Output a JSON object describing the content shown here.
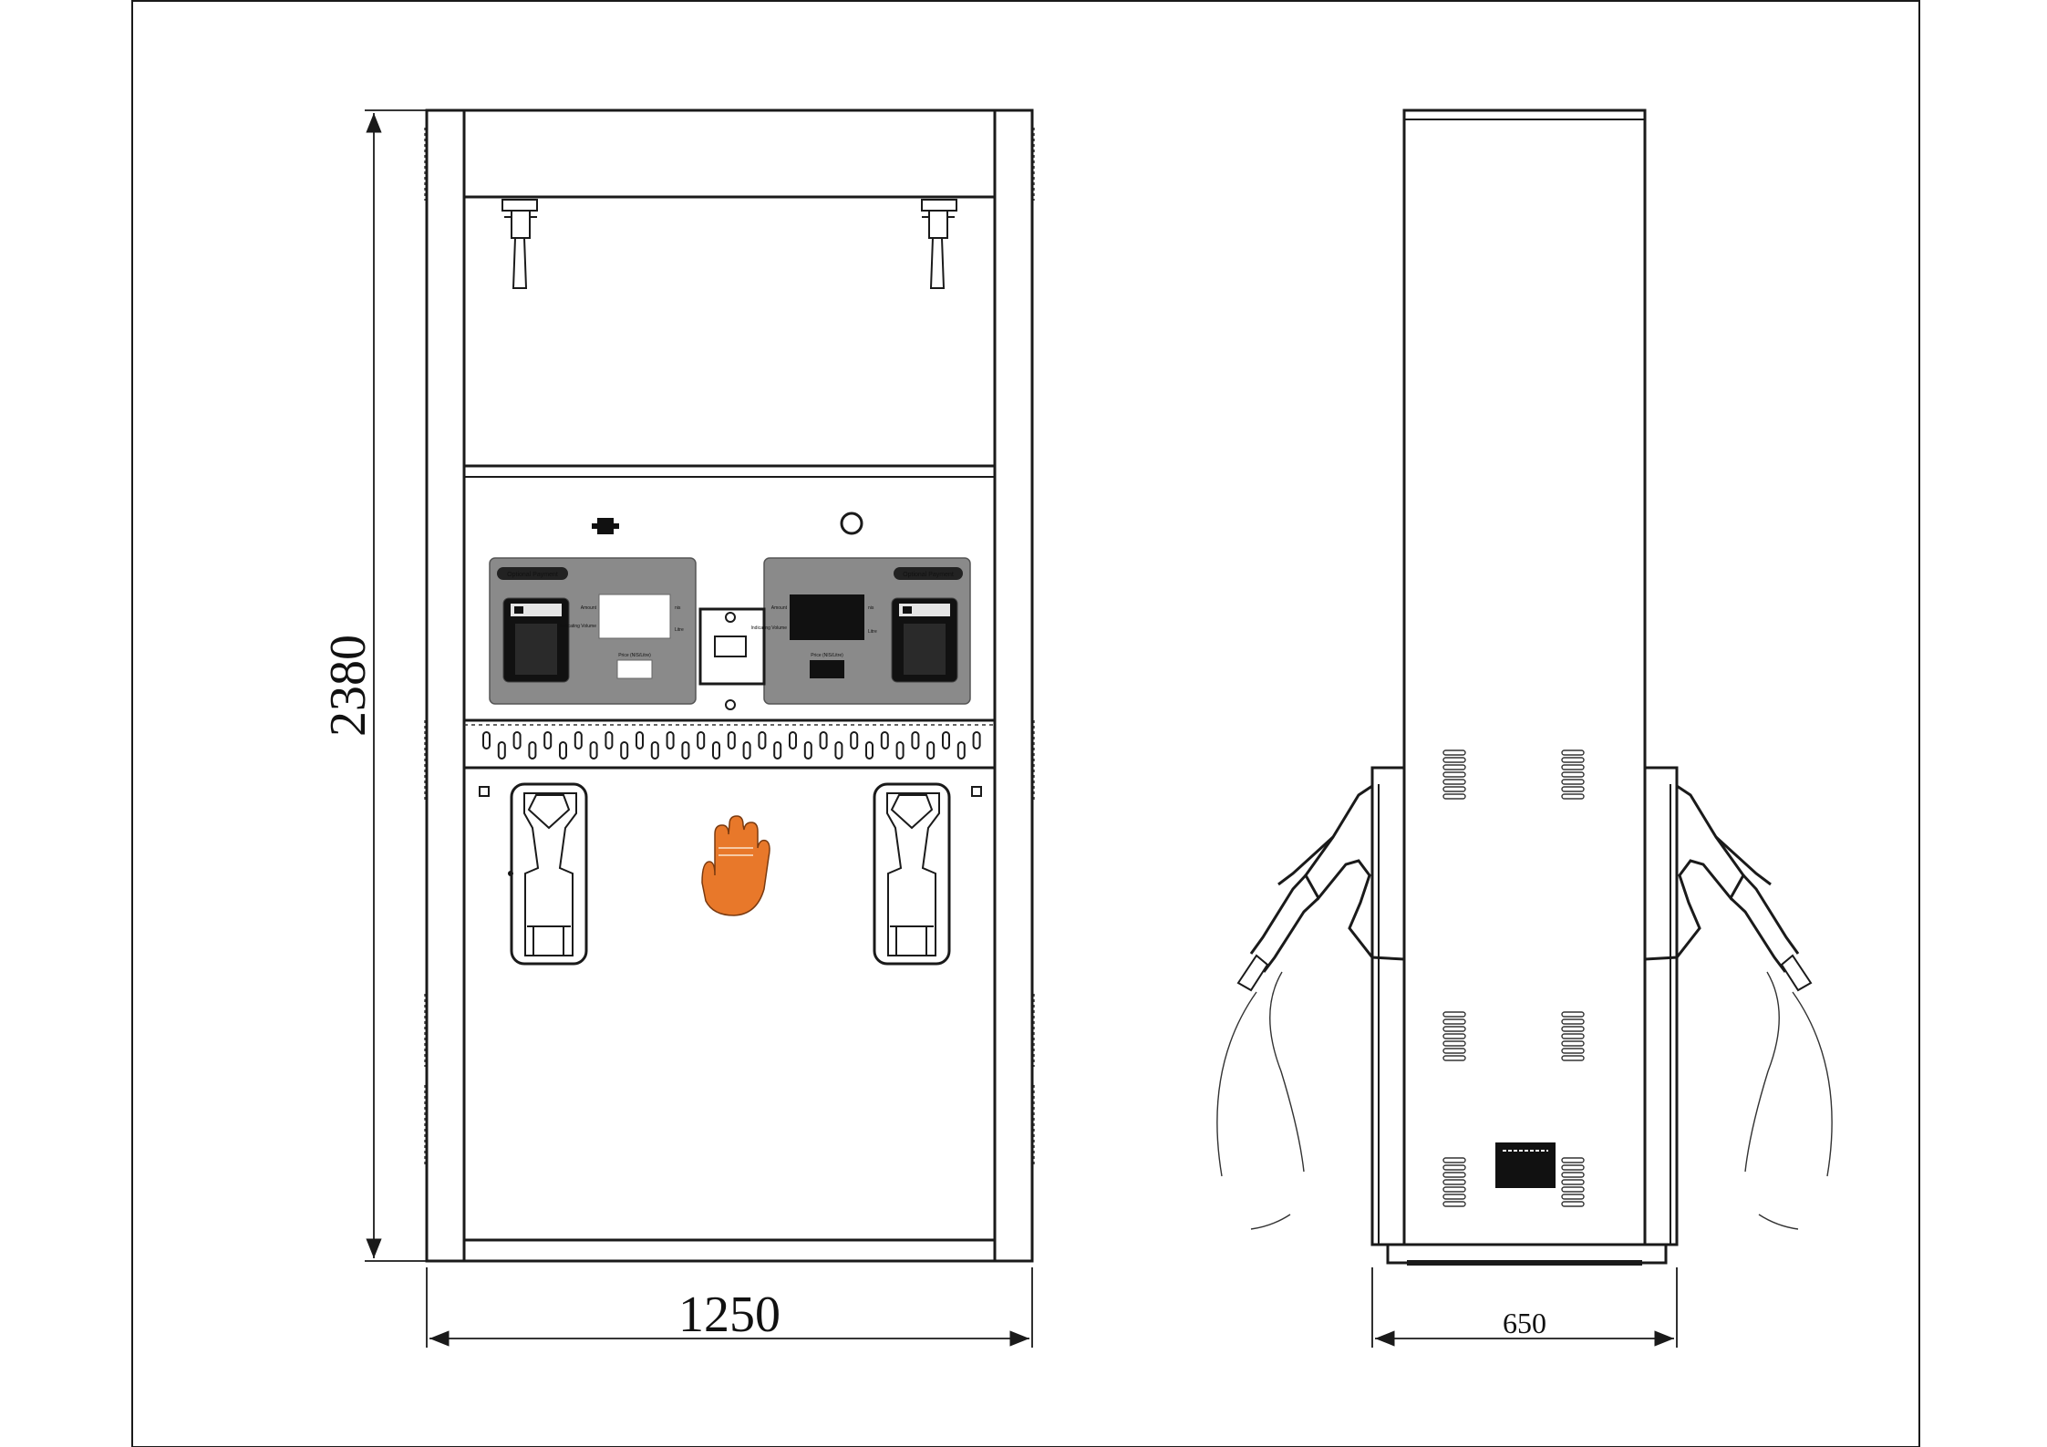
{
  "dimensions": {
    "height": "2380",
    "front_width": "1250",
    "side_width": "650"
  },
  "display_panel": {
    "left": {
      "badge": "Optional Payment",
      "amount_label": "Amount",
      "volume_label": "Indicating Volume",
      "unit_currency": "nis",
      "unit_volume": "Litre",
      "price_label": "Price (NIS/Litre)"
    },
    "right": {
      "badge": "Optional Payment",
      "amount_label": "Amount",
      "volume_label": "Indicating Volume",
      "unit_currency": "nis",
      "unit_volume": "Litre",
      "price_label": "Price (NIS/Litre)"
    }
  },
  "colors": {
    "panel_gray": "#8a8a8a",
    "screen_black": "#111111",
    "hand_orange": "#e8782a"
  },
  "icons": {
    "stop_hand": "hand-icon"
  }
}
